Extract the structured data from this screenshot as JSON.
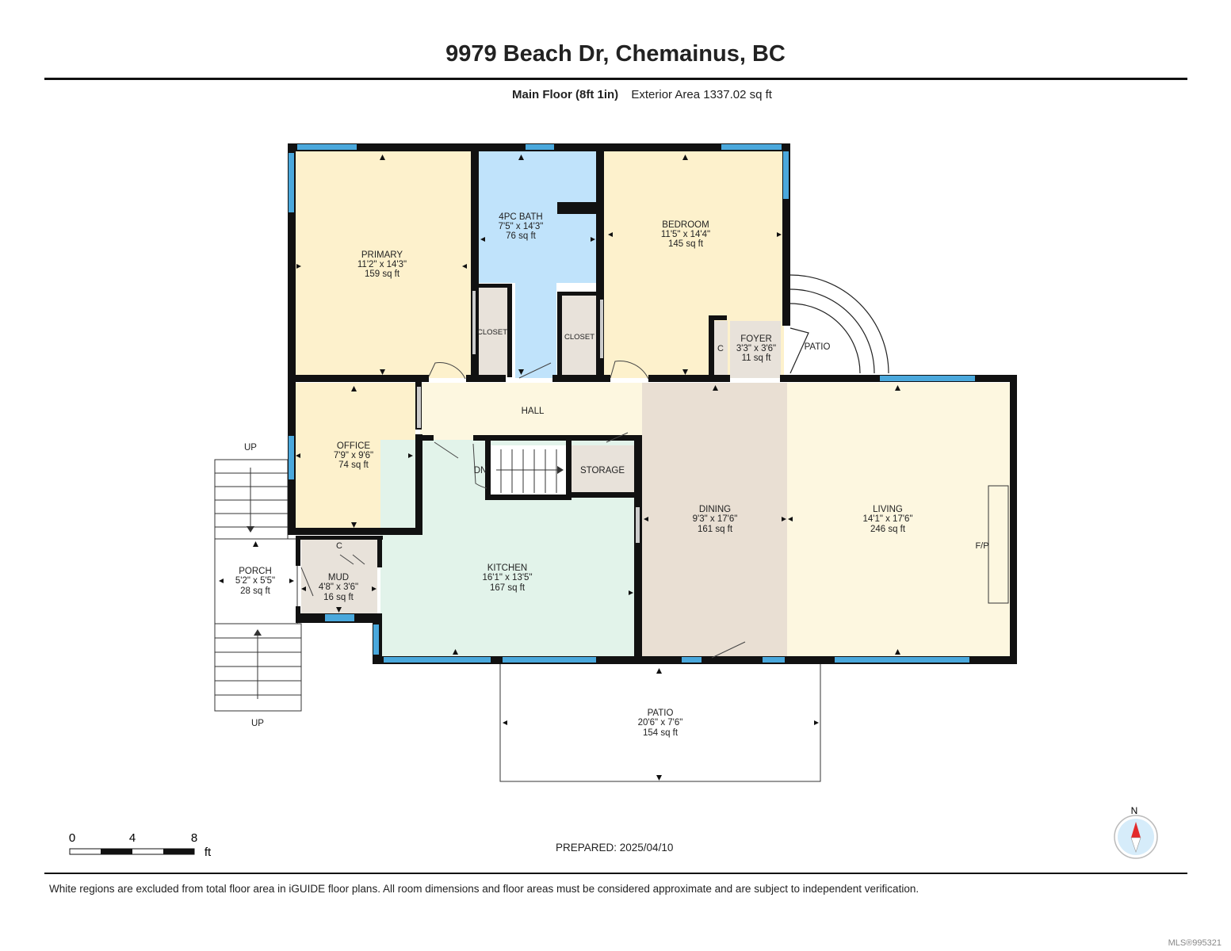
{
  "header": {
    "title": "9979 Beach Dr, Chemainus, BC",
    "floor_label": "Main Floor (8ft 1in)",
    "exterior_area": "Exterior Area 1337.02 sq ft"
  },
  "rooms": {
    "primary": {
      "name": "PRIMARY",
      "dims": "11'2\" x 14'3\"",
      "area": "159 sq ft"
    },
    "bath": {
      "name": "4PC BATH",
      "dims": "7'5\" x 14'3\"",
      "area": "76 sq ft"
    },
    "bedroom": {
      "name": "BEDROOM",
      "dims": "11'5\" x 14'4\"",
      "area": "145 sq ft"
    },
    "foyer": {
      "name": "FOYER",
      "dims": "3'3\" x 3'6\"",
      "area": "11 sq ft"
    },
    "office": {
      "name": "OFFICE",
      "dims": "7'9\" x 9'6\"",
      "area": "74 sq ft"
    },
    "kitchen": {
      "name": "KITCHEN",
      "dims": "16'1\" x 13'5\"",
      "area": "167 sq ft"
    },
    "dining": {
      "name": "DINING",
      "dims": "9'3\" x 17'6\"",
      "area": "161 sq ft"
    },
    "living": {
      "name": "LIVING",
      "dims": "14'1\" x 17'6\"",
      "area": "246 sq ft"
    },
    "porch": {
      "name": "PORCH",
      "dims": "5'2\" x 5'5\"",
      "area": "28 sq ft"
    },
    "mud": {
      "name": "MUD",
      "dims": "4'8\" x 3'6\"",
      "area": "16 sq ft"
    },
    "patio_south": {
      "name": "PATIO",
      "dims": "20'6\" x 7'6\"",
      "area": "154 sq ft"
    }
  },
  "labels": {
    "hall": "HALL",
    "closet": "CLOSET",
    "storage": "STORAGE",
    "c": "C",
    "dn": "DN",
    "up": "UP",
    "fp": "F/P",
    "patio_east": "PATIO"
  },
  "scale": {
    "ticks": [
      "0",
      "4",
      "8"
    ],
    "unit": "ft"
  },
  "compass": {
    "label": "N"
  },
  "footer": {
    "prepared": "PREPARED: 2025/04/10",
    "disclaimer": "White regions are excluded from total floor area in iGUIDE floor plans. All room dimensions and floor areas must be considered approximate and are subject to independent verification.",
    "mls": "MLS®995321"
  },
  "colors": {
    "primary": "#fdf1cc",
    "bath": "#c0e3fb",
    "bedroom": "#fdf1cc",
    "office": "#fdf1cc",
    "hall": "#fdf7e0",
    "kitchen": "#e2f3ea",
    "dining": "#e9dfd3",
    "living": "#fdf7e0",
    "utility": "#e8e2da",
    "wall": "#111111",
    "window": "#4aa8dc"
  }
}
